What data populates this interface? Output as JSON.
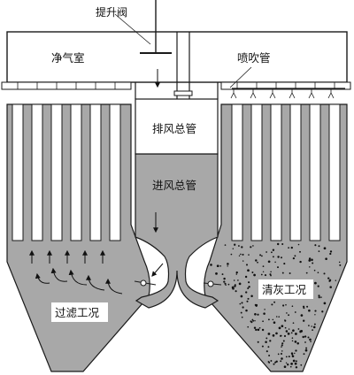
{
  "colors": {
    "gas": "#a8a8a8",
    "line": "#1a1a1a",
    "bag": "#ffffff",
    "background": "#ffffff",
    "dust": "#111111"
  },
  "labels": {
    "lift_valve": "提升阀",
    "clean_air_chamber": "净气室",
    "blow_pipe": "喷吹管",
    "exhaust_manifold": "排风总管",
    "inlet_manifold": "进风总管",
    "filtering_condition": "过滤工况",
    "cleaning_condition": "清灰工况"
  }
}
